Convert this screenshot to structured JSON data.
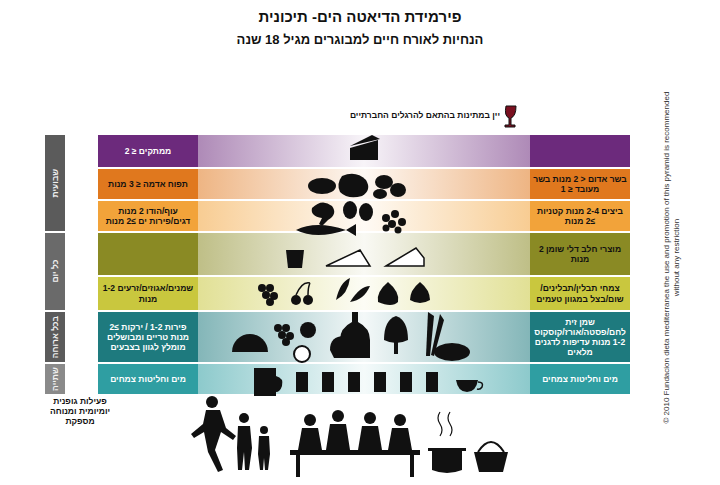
{
  "diagram": {
    "title": "פירמידת הדיאטה הים- תיכונית",
    "nodes": [
      {
        "text": [
          "שבועית"
        ]
      },
      {
        "text": [
          "כל יום"
        ]
      },
      {
        "text": [
          "בכל ארוחה"
        ]
      },
      {
        "text": [
          "שתייה"
        ]
      },
      {
        "text": [
          "ממתקים ≤ 2"
        ]
      },
      {
        "text": [
          "בשר אדום < 2 מנות בשר מעובד ≤ 1"
        ]
      },
      {
        "text": [
          "תפוח אדמה ≤ 3 מנות"
        ]
      },
      {
        "text": [
          "ביצים 2-4 מנות קטניות ≥2 מנות"
        ]
      },
      {
        "text": [
          "עוף/הודו 2 מנות דגים/פירות ים ≥2 מנות"
        ]
      },
      {
        "text": [
          "מוצרי חלב דלי שומן 2 מנות"
        ]
      },
      {
        "text": [
          "צמחי תבלין/תבלינים/ שום/בצל במגוון טעמים"
        ]
      },
      {
        "text": [
          "שמנים/אגוזים/זרעים 1-2 מנות"
        ]
      },
      {
        "text": [
          "שמן זית לחם/פסטה/אורז/קוסקוס 1-2 מנות עדיפות לדגנים מלאים"
        ]
      },
      {
        "text": [
          "פירות 1-2 / ירקות ≥2 מנות טריים ומבושלים מומלץ לגוון בצבעים"
        ]
      },
      {
        "text": [
          "מים וחליטות צמחים"
        ]
      },
      {
        "text": [
          "מים וחליטות צמחים"
        ]
      }
    ],
    "labels": [
      "הנחיות לאורח חיים למבוגרים מגיל 18 שנה",
      "יין במתינות בהתאם להרגלים החברתיים",
      "פעילות גופנית יומיומית ומנוחה מספקת",
      "© 2010 Fundacion dieta mediterranea the use and promotion of this pyramid is recommended without any restriction"
    ]
  }
}
